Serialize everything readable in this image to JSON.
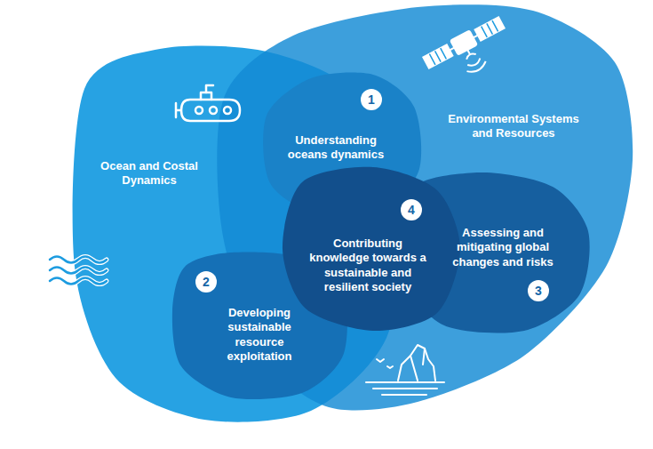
{
  "diagram": {
    "nodes": [
      {
        "text": [
          "Ocean and Costal Dynamics"
        ]
      },
      {
        "text": [
          "Environmental Systems and Resources"
        ]
      },
      {
        "text": [
          "1",
          "Understanding oceans dynamics"
        ]
      },
      {
        "text": [
          "2",
          "Developing sustainable resource exploitation"
        ]
      },
      {
        "text": [
          "3",
          "Assessing and mitigating global changes and risks"
        ]
      },
      {
        "text": [
          "4",
          "Contributing knowledge towards a sustainable and resilient society"
        ]
      }
    ]
  }
}
